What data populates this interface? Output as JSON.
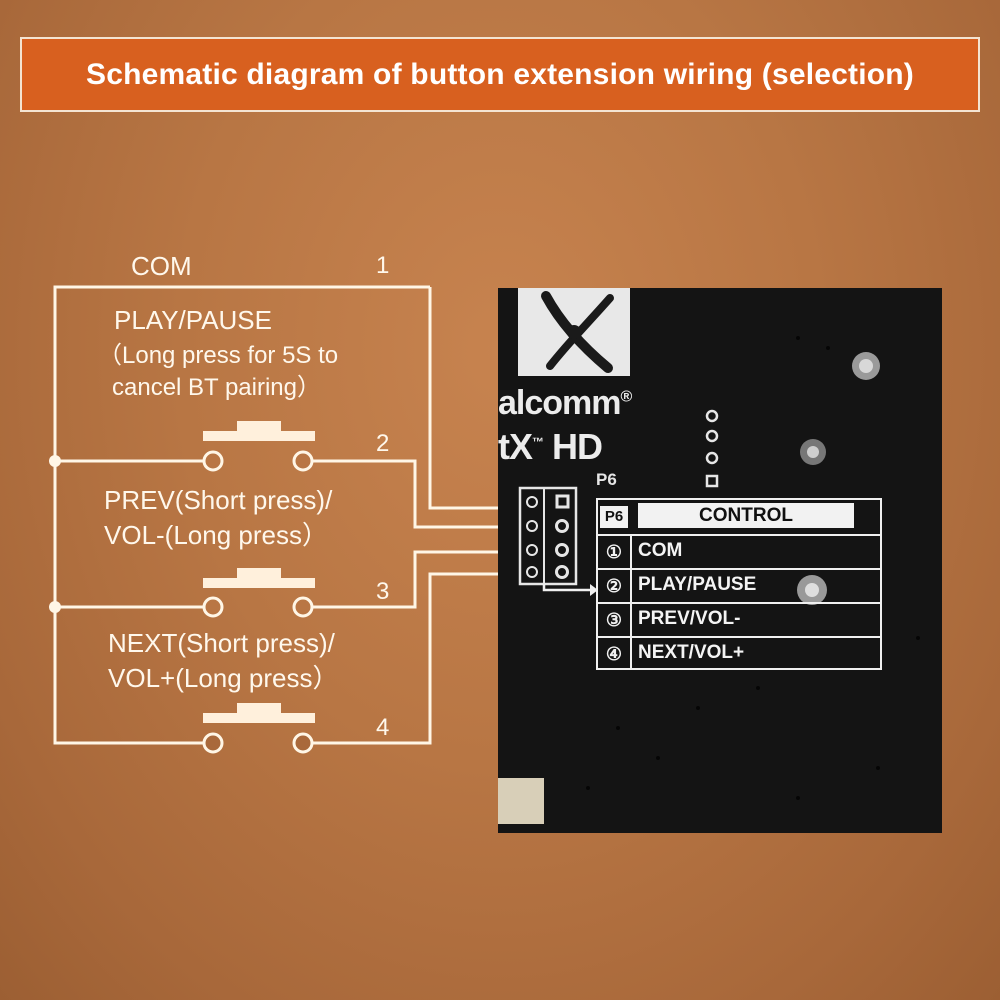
{
  "title": "Schematic diagram of button extension wiring (selection)",
  "schematic": {
    "com_label": "COM",
    "terminals": [
      "1",
      "2",
      "3",
      "4"
    ],
    "buttons": [
      {
        "line1": "PLAY/PAUSE",
        "line2": "（Long press for 5S to",
        "line3": "cancel BT pairing）"
      },
      {
        "line1": "PREV(Short press)/",
        "line2": "VOL-(Long press）"
      },
      {
        "line1": "NEXT(Short press)/",
        "line2": "VOL+(Long press）"
      }
    ]
  },
  "board": {
    "brand": "alcomm",
    "brand_mark": "®",
    "chip": "tX",
    "chip_tm": "™",
    "chip_suffix": " HD",
    "connector_label": "P6",
    "legend_header_left": "P6",
    "legend_header": "CONTROL",
    "legend_rows": [
      {
        "num": "①",
        "text": "COM"
      },
      {
        "num": "②",
        "text": "PLAY/PAUSE"
      },
      {
        "num": "③",
        "text": "PREV/VOL-"
      },
      {
        "num": "④",
        "text": "NEXT/VOL+"
      }
    ]
  },
  "colors": {
    "banner": "#d8601f",
    "wire": "#fff6e6",
    "board": "#141414"
  }
}
